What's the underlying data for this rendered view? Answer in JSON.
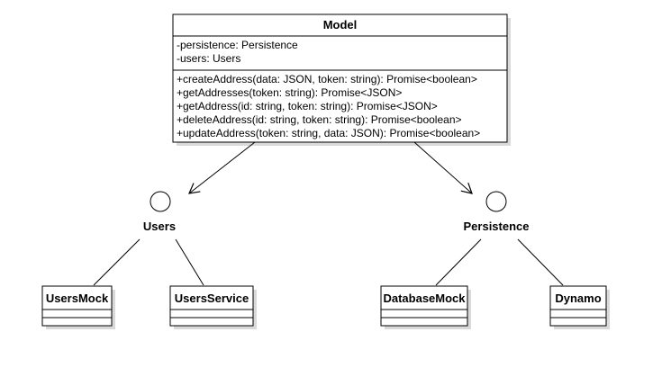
{
  "model": {
    "name": "Model",
    "attributes": [
      "-persistence: Persistence",
      "-users: Users"
    ],
    "operations": [
      "+createAddress(data: JSON, token: string): Promise<boolean>",
      "+getAddresses(token: string): Promise<JSON>",
      "+getAddress(id: string, token: string): Promise<JSON>",
      "+deleteAddress(id: string, token: string): Promise<boolean>",
      "+updateAddress(token: string, data: JSON): Promise<boolean>"
    ]
  },
  "interfaces": [
    {
      "name": "Users"
    },
    {
      "name": "Persistence"
    }
  ],
  "classes": [
    {
      "name": "UsersMock"
    },
    {
      "name": "UsersService"
    },
    {
      "name": "DatabaseMock"
    },
    {
      "name": "Dynamo"
    }
  ],
  "colors": {
    "stroke": "#000000",
    "fill": "#ffffff",
    "shadow": "#d9d9d9"
  }
}
